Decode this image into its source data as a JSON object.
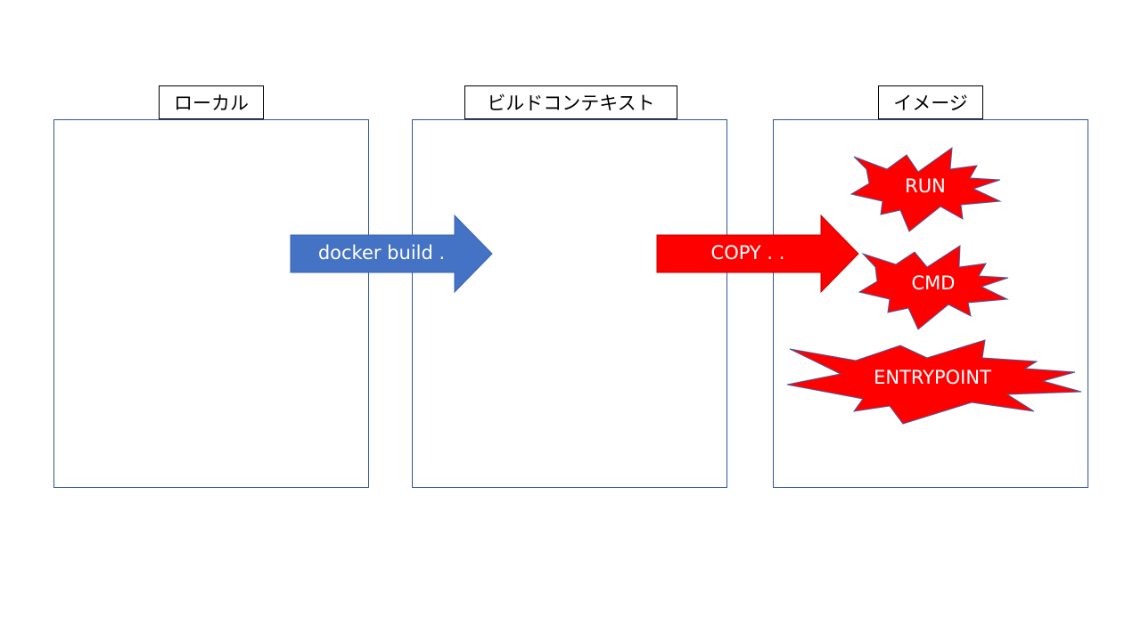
{
  "panels": {
    "local": {
      "label": "ローカル"
    },
    "build_context": {
      "label": "ビルドコンテキスト"
    },
    "image": {
      "label": "イメージ"
    }
  },
  "arrows": {
    "docker_build": {
      "label": "docker build .",
      "color": "#4472c4"
    },
    "copy": {
      "label": "COPY . .",
      "color": "#ff0000"
    }
  },
  "instructions": [
    {
      "label": "RUN"
    },
    {
      "label": "CMD"
    },
    {
      "label": "ENTRYPOINT"
    }
  ],
  "colors": {
    "panel_border": "#2f5597",
    "burst_fill": "#ff0000",
    "burst_border": "#4a5a9a"
  }
}
